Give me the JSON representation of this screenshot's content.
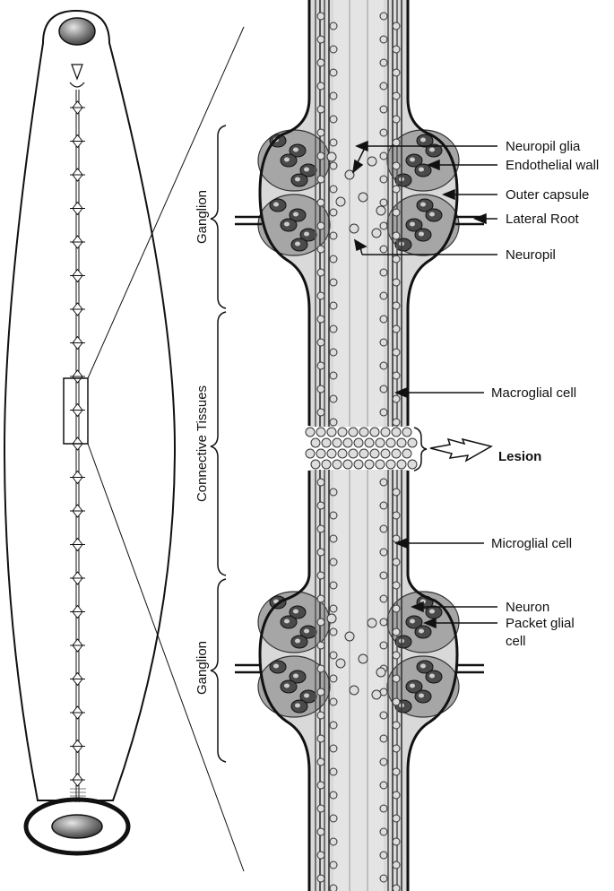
{
  "figure": {
    "brackets": {
      "ganglion_top": "Ganglion",
      "connective": "Connective Tissues",
      "ganglion_bottom": "Ganglion"
    },
    "labels": {
      "neuropil_glia": "Neuropil glia",
      "endothelial_wall": "Endothelial wall",
      "outer_capsule": "Outer capsule",
      "lateral_root": "Lateral Root",
      "neuropil": "Neuropil",
      "macroglial_cell": "Macroglial cell",
      "lesion": "Lesion",
      "microglial_cell": "Microglial cell",
      "neuron": "Neuron",
      "packet_glial_cell_1": "Packet glial",
      "packet_glial_cell_2": "cell"
    },
    "colors": {
      "outline": "#111111",
      "tissue_light": "#d9d9d9",
      "tissue_mid": "#a6a6a6",
      "neuron_dark": "#4a4a4a",
      "glia_cell": "#8c8c8c"
    },
    "ganglion_count_left_chain": 21
  }
}
